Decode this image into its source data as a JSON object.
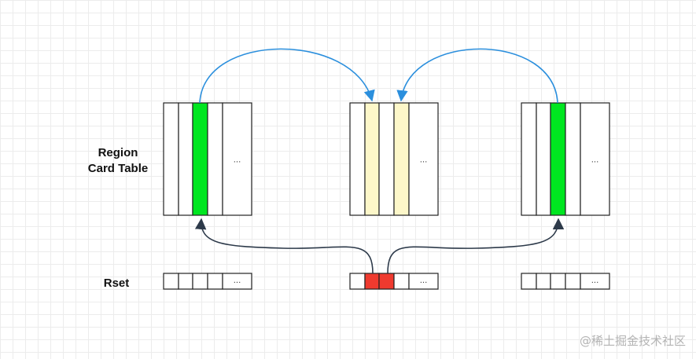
{
  "labels": {
    "region_line1": "Region",
    "region_line2": "Card Table",
    "rset": "Rset"
  },
  "regions": [
    {
      "id": "left",
      "highlight_cols": [
        2
      ],
      "highlight_color": "#00e620",
      "ellipsis": "..."
    },
    {
      "id": "middle",
      "highlight_cols": [
        1,
        3
      ],
      "highlight_color": "#fdf7c9",
      "ellipsis": "..."
    },
    {
      "id": "right",
      "highlight_cols": [
        2
      ],
      "highlight_color": "#00e620",
      "ellipsis": "..."
    }
  ],
  "rsets": [
    {
      "id": "left",
      "highlight_cols": [],
      "highlight_color": "",
      "ellipsis": "..."
    },
    {
      "id": "middle",
      "highlight_cols": [
        1,
        2
      ],
      "highlight_color": "#ef3a2f",
      "ellipsis": "..."
    },
    {
      "id": "right",
      "highlight_cols": [],
      "highlight_color": "",
      "ellipsis": "..."
    }
  ],
  "colors": {
    "blue_arrow": "#2b8fdd",
    "dark_arrow": "#2d3a4a",
    "outline": "#222222"
  },
  "watermark": "@稀土掘金技术社区"
}
